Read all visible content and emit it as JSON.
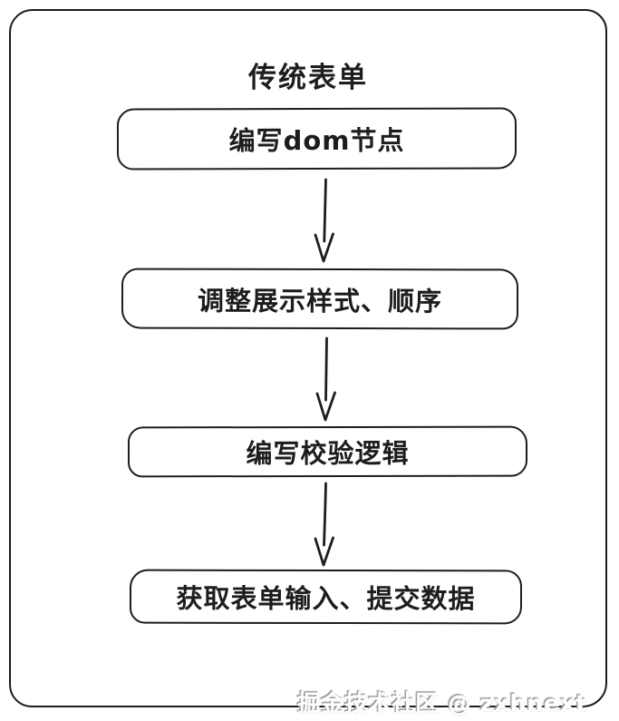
{
  "title": "传统表单",
  "steps": [
    {
      "label": "编写dom节点"
    },
    {
      "label": "调整展示样式、顺序"
    },
    {
      "label": "编写校验逻辑"
    },
    {
      "label": "获取表单输入、提交数据"
    }
  ],
  "connectors": [
    {
      "icon": "arrow-down-icon",
      "from": "step-1",
      "to": "step-2"
    },
    {
      "icon": "arrow-down-icon",
      "from": "step-2",
      "to": "step-3"
    },
    {
      "icon": "arrow-down-icon",
      "from": "step-3",
      "to": "step-4"
    }
  ],
  "watermark": "掘金技术社区 @ zxhnext",
  "colors": {
    "stroke": "#1d1d1d",
    "background": "#ffffff",
    "watermark_shadow": "#9a9a9a"
  }
}
